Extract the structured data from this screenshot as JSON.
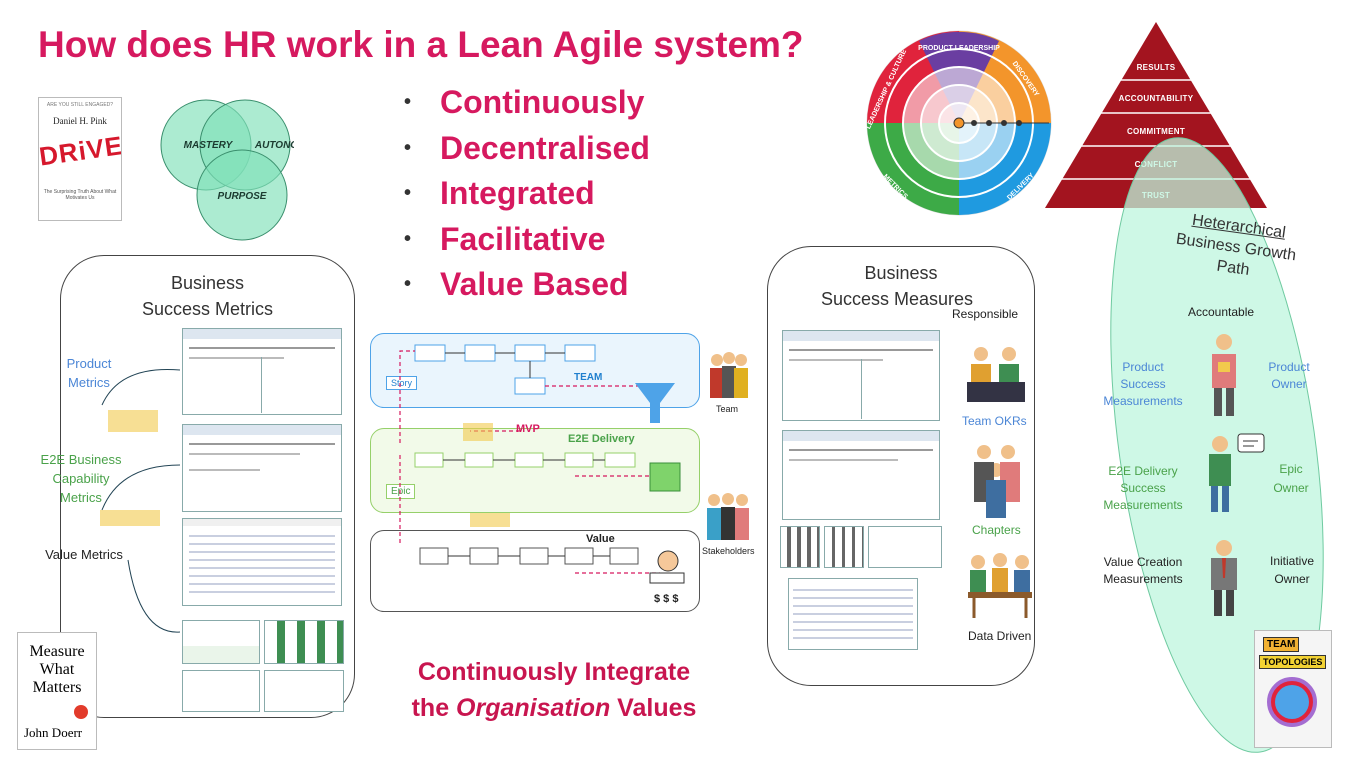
{
  "title": "How does HR work in a Lean Agile system?",
  "bullets": [
    "Continuously",
    "Decentralised",
    "Integrated",
    "Facilitative",
    "Value Based"
  ],
  "drive_book": {
    "top": "ARE YOU STILL ENGAGED?",
    "author": "Daniel H. Pink",
    "title": "DRiVE",
    "subtitle": "The Surprising Truth About What Motivates Us"
  },
  "venn": {
    "mastery": "MASTERY",
    "autonomy": "AUTONOMY",
    "purpose": "PURPOSE"
  },
  "wheel": {
    "product_leadership": "PRODUCT LEADERSHIP",
    "discovery": "DISCOVERY",
    "delivery": "DELIVERY",
    "metrics": "METRICS",
    "leadership_culture": "LEADERSHIP & CULTURE"
  },
  "pyramid": [
    "RESULTS",
    "ACCOUNTABILITY",
    "COMMITMENT",
    "CONFLICT",
    "TRUST"
  ],
  "left_panel": {
    "title_line1": "Business",
    "title_line2": "Success Metrics",
    "product_metrics": [
      "Product",
      "Metrics"
    ],
    "e2e_metrics": [
      "E2E Business",
      "Capability",
      "Metrics"
    ],
    "value_metrics": "Value Metrics"
  },
  "center": {
    "team_label": "TEAM",
    "story_label": "Story",
    "mvp_label": "MVP",
    "e2e_label": "E2E Delivery",
    "epic_label": "Epic",
    "value_label": "Value",
    "team_caption": "Team",
    "stakeholders_caption": "Stakeholders",
    "money": "$ $ $"
  },
  "right_panel": {
    "title_line1": "Business",
    "title_line2": "Success Measures",
    "responsible": "Responsible",
    "team_okrs": "Team OKRs",
    "chapters": "Chapters",
    "data_driven": "Data Driven"
  },
  "ellipse": {
    "heading_line1": "Heterarchical",
    "heading_line2": "Business Growth",
    "heading_line3": "Path",
    "accountable": "Accountable",
    "product_success": [
      "Product",
      "Success",
      "Measurements"
    ],
    "product_owner": [
      "Product",
      "Owner"
    ],
    "e2e_success": [
      "E2E Delivery",
      "Success",
      "Measurements"
    ],
    "epic_owner": [
      "Epic",
      "Owner"
    ],
    "value_creation": [
      "Value Creation",
      "Measurements"
    ],
    "initiative_owner": [
      "Initiative",
      "Owner"
    ]
  },
  "mwm_book": {
    "line1": "Measure",
    "line2": "What",
    "line3": "Matters",
    "author": "John Doerr"
  },
  "tt_book": {
    "line1": "TEAM",
    "line2": "TOPOLOGIES"
  },
  "bottom": {
    "line1": "Continuously Integrate",
    "pre": "the ",
    "em": "Organisation",
    "post": " Values"
  },
  "colors": {
    "accent": "#d6195f",
    "venn": "#7fe0b8",
    "pyramid": "#a3141f",
    "ellipse": "#bdf5dd",
    "team_box": "#4ea3e8",
    "e2e_box": "#96d06a"
  }
}
